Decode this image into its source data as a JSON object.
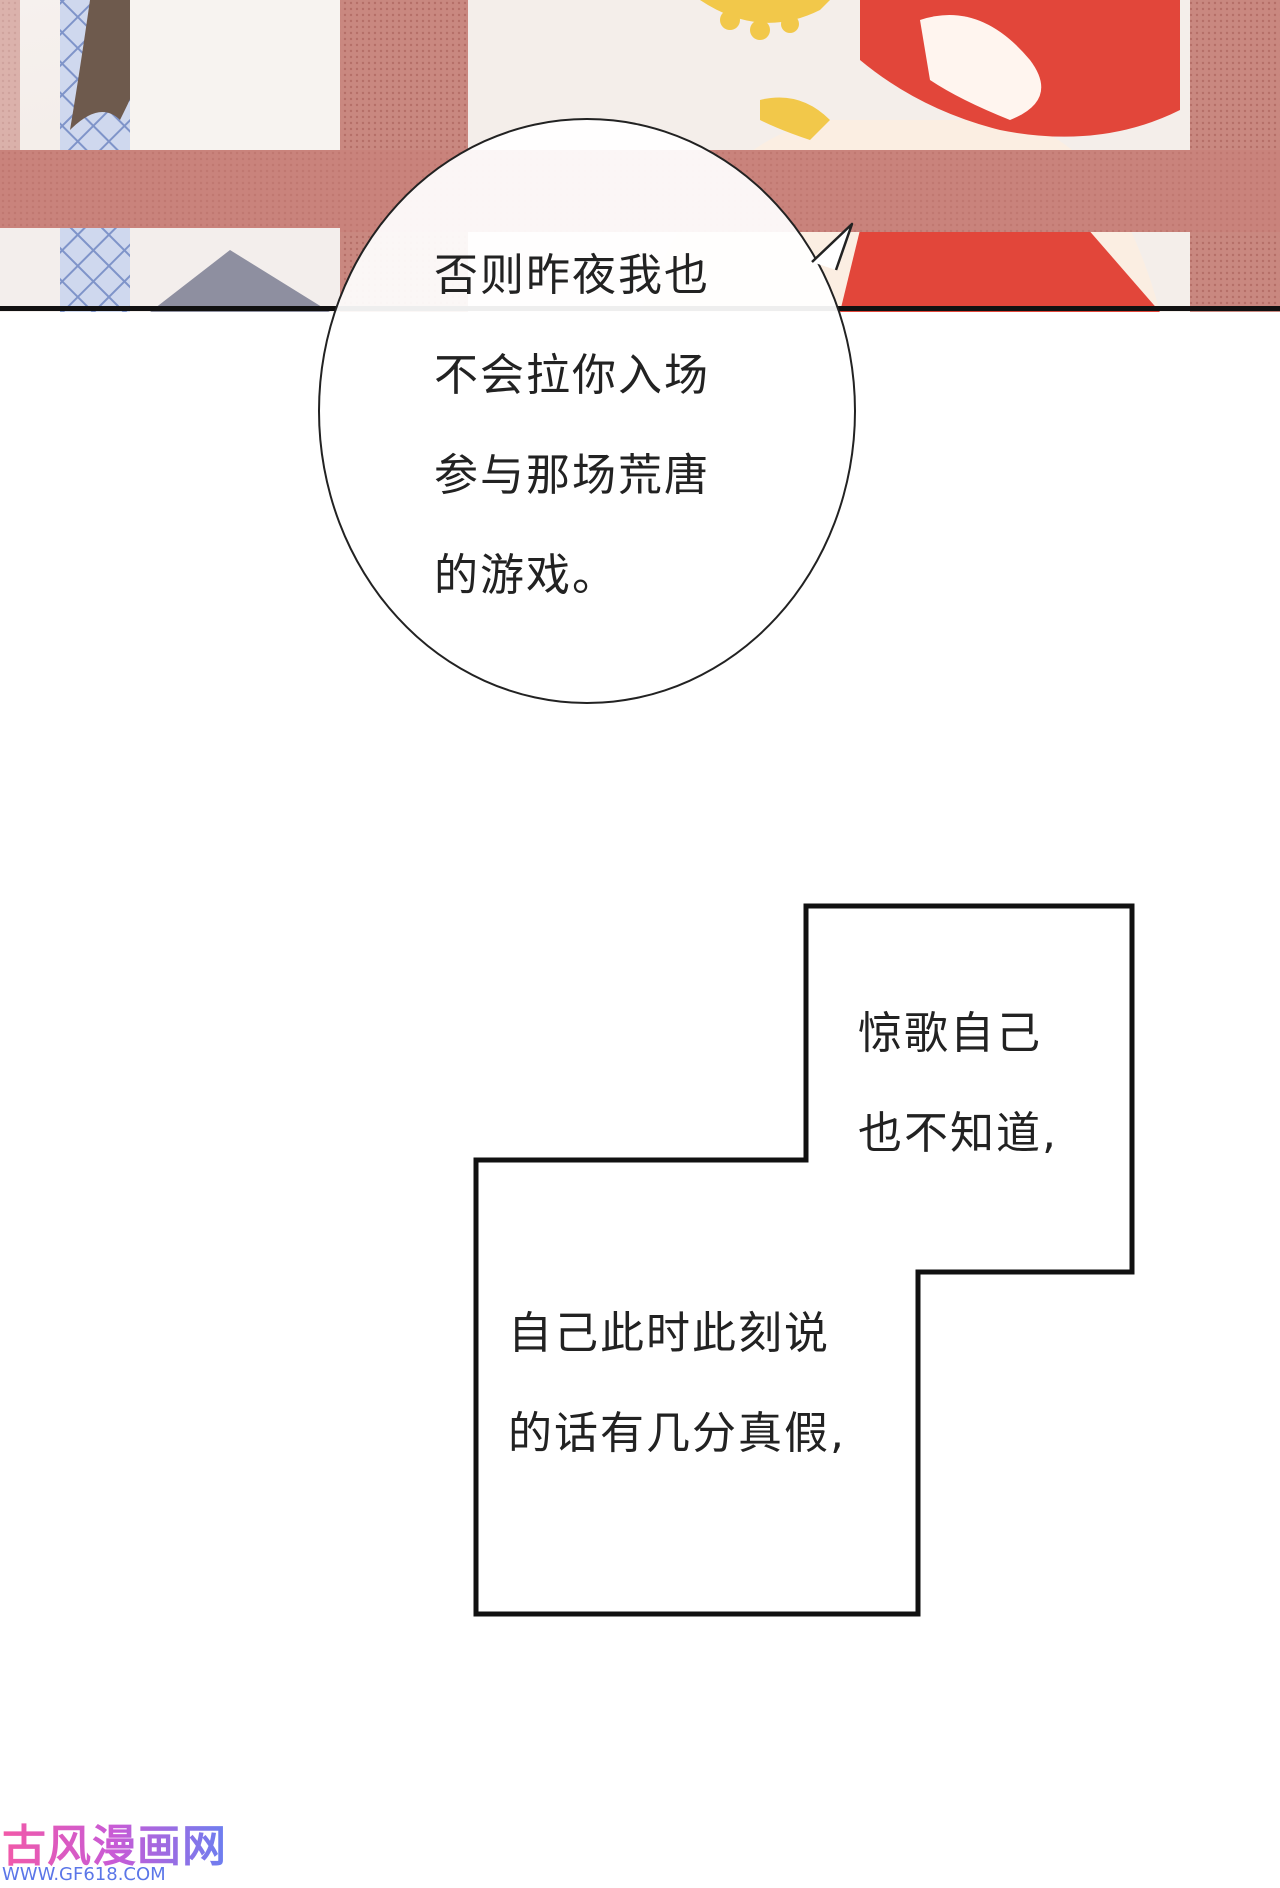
{
  "speech_bubble": {
    "lines": [
      "否则昨夜我也",
      "不会拉你入场",
      "参与那场荒唐",
      "的游戏。"
    ]
  },
  "narration_box": {
    "upper_lines": [
      "惊歌自己",
      "也不知道,"
    ],
    "lower_lines": [
      "自己此时此刻说",
      "的话有几分真假,"
    ]
  },
  "watermark": {
    "title": "古风漫画网",
    "url": "WWW.GF618.COM"
  },
  "colors": {
    "window_frame": "#c97f78",
    "robe_red": "#e2463a",
    "gold": "#f2c84a",
    "watermark_pink": "#f25aa8",
    "watermark_blue": "#5b76e8"
  }
}
